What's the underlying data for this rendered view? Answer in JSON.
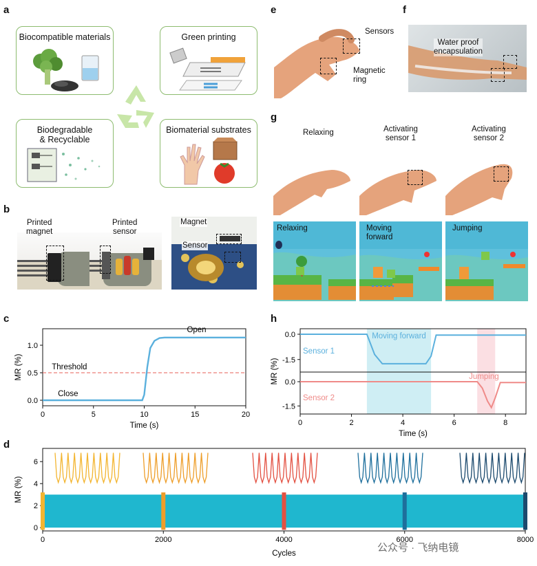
{
  "panels": {
    "a": "a",
    "b": "b",
    "c": "c",
    "d": "d",
    "e": "e",
    "f": "f",
    "g": "g",
    "h": "h"
  },
  "panel_a": {
    "boxes": [
      "Biocompatible materials",
      "Green printing",
      "Biodegradable\n& Recyclable",
      "Biomaterial substrates"
    ]
  },
  "panel_b": {
    "label1": "Printed\nmagnet",
    "label2": "Printed\nsensor",
    "label3a": "Magnet",
    "label3b": "Sensor"
  },
  "panel_e": {
    "sensors": "Sensors",
    "ring": "Magnetic\nring"
  },
  "panel_f": {
    "encap": "Water proof\nencapsulation"
  },
  "panel_g": {
    "states": [
      "Relaxing",
      "Activating\nsensor 1",
      "Activating\nsensor 2"
    ],
    "game": [
      "Relaxing",
      "Moving\nforward",
      "Jumping"
    ]
  },
  "chart_data": [
    {
      "type": "line",
      "panel": "c",
      "xlabel": "Time (s)",
      "ylabel": "MR (%)",
      "xlim": [
        0,
        20
      ],
      "ylim": [
        -0.1,
        1.3
      ],
      "xticks": [
        0,
        5,
        10,
        15,
        20
      ],
      "yticks": [
        0.0,
        0.5,
        1.0
      ],
      "threshold": 0.5,
      "annotations": [
        "Threshold",
        "Close",
        "Open"
      ],
      "series": [
        {
          "x": [
            0,
            9.8,
            10.0,
            10.3,
            10.6,
            11.0,
            11.5,
            12,
            13,
            20
          ],
          "values": [
            0.0,
            0.0,
            0.1,
            0.6,
            0.95,
            1.08,
            1.13,
            1.14,
            1.14,
            1.14
          ]
        }
      ],
      "colors": {
        "line": "#5ab0dd",
        "threshold": "#ec7d78"
      }
    },
    {
      "type": "line",
      "panel": "h",
      "xlabel": "Time (s)",
      "ylabel": "MR (%)",
      "xlim": [
        0,
        8.8
      ],
      "xticks": [
        0,
        2,
        4,
        6,
        8
      ],
      "yticks_top": [
        0.0,
        -1.5
      ],
      "yticks_bottom": [
        0.0,
        -1.5
      ],
      "series": [
        {
          "name": "Sensor 1",
          "x": [
            0,
            2.6,
            2.9,
            3.2,
            4.9,
            5.1,
            5.3,
            8.8
          ],
          "values": [
            0,
            0,
            -1.2,
            -1.75,
            -1.75,
            -1.3,
            -0.05,
            -0.05
          ]
        },
        {
          "name": "Sensor 2",
          "x": [
            0,
            6.9,
            7.1,
            7.3,
            7.45,
            7.6,
            7.8,
            8.8
          ],
          "values": [
            0,
            0,
            -0.4,
            -1.2,
            -1.6,
            -1.0,
            -0.05,
            -0.05
          ]
        }
      ],
      "regions": [
        {
          "label": "Moving forward",
          "x": [
            2.6,
            5.1
          ]
        },
        {
          "label": "Jumping",
          "x": [
            6.9,
            7.6
          ]
        }
      ],
      "colors": {
        "sensor1": "#5ab0dd",
        "sensor2": "#ef8a88",
        "region1": "#cfeef4",
        "region2": "#fbdfe3"
      }
    },
    {
      "type": "line",
      "panel": "d",
      "xlabel": "Cycles",
      "ylabel": "MR (%)",
      "xlim": [
        0,
        8000
      ],
      "ylim": [
        -0.3,
        7.2
      ],
      "xticks": [
        0,
        2000,
        4000,
        6000,
        8000
      ],
      "yticks": [
        0,
        2,
        4,
        6
      ],
      "band": [
        0,
        3
      ],
      "insets": [
        {
          "x": 0,
          "color": "#f3b530"
        },
        {
          "x": 2000,
          "color": "#ee9e2a"
        },
        {
          "x": 4000,
          "color": "#e35142"
        },
        {
          "x": 6000,
          "color": "#1e6f9c"
        },
        {
          "x": 8000,
          "color": "#1c4a6e"
        }
      ],
      "colors": {
        "band": "#1fb7cf"
      }
    }
  ],
  "watermark": "公众号 · 飞纳电镜"
}
